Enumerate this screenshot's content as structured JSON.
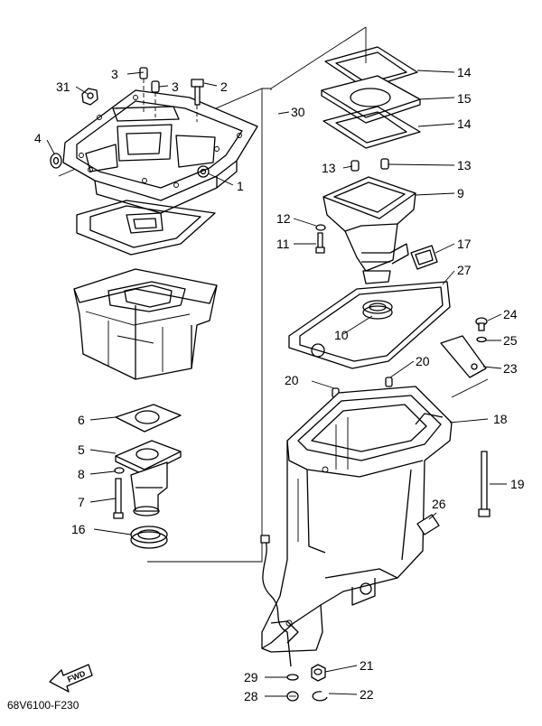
{
  "diagram": {
    "drawing_code": "68V6100-F230",
    "fwd_label": "FWD",
    "callouts": [
      {
        "id": "c1",
        "label": "1"
      },
      {
        "id": "c2",
        "label": "2"
      },
      {
        "id": "c3a",
        "label": "3"
      },
      {
        "id": "c3b",
        "label": "3"
      },
      {
        "id": "c4",
        "label": "4"
      },
      {
        "id": "c5",
        "label": "5"
      },
      {
        "id": "c6",
        "label": "6"
      },
      {
        "id": "c7",
        "label": "7"
      },
      {
        "id": "c8",
        "label": "8"
      },
      {
        "id": "c9",
        "label": "9"
      },
      {
        "id": "c10",
        "label": "10"
      },
      {
        "id": "c11",
        "label": "11"
      },
      {
        "id": "c12",
        "label": "12"
      },
      {
        "id": "c13a",
        "label": "13"
      },
      {
        "id": "c13b",
        "label": "13"
      },
      {
        "id": "c14a",
        "label": "14"
      },
      {
        "id": "c14b",
        "label": "14"
      },
      {
        "id": "c15",
        "label": "15"
      },
      {
        "id": "c16",
        "label": "16"
      },
      {
        "id": "c17",
        "label": "17"
      },
      {
        "id": "c18",
        "label": "18"
      },
      {
        "id": "c19",
        "label": "19"
      },
      {
        "id": "c20a",
        "label": "20"
      },
      {
        "id": "c20b",
        "label": "20"
      },
      {
        "id": "c21",
        "label": "21"
      },
      {
        "id": "c22",
        "label": "22"
      },
      {
        "id": "c23",
        "label": "23"
      },
      {
        "id": "c24",
        "label": "24"
      },
      {
        "id": "c25",
        "label": "25"
      },
      {
        "id": "c26",
        "label": "26"
      },
      {
        "id": "c27",
        "label": "27"
      },
      {
        "id": "c28",
        "label": "28"
      },
      {
        "id": "c29",
        "label": "29"
      },
      {
        "id": "c30",
        "label": "30"
      },
      {
        "id": "c31",
        "label": "31"
      }
    ]
  }
}
